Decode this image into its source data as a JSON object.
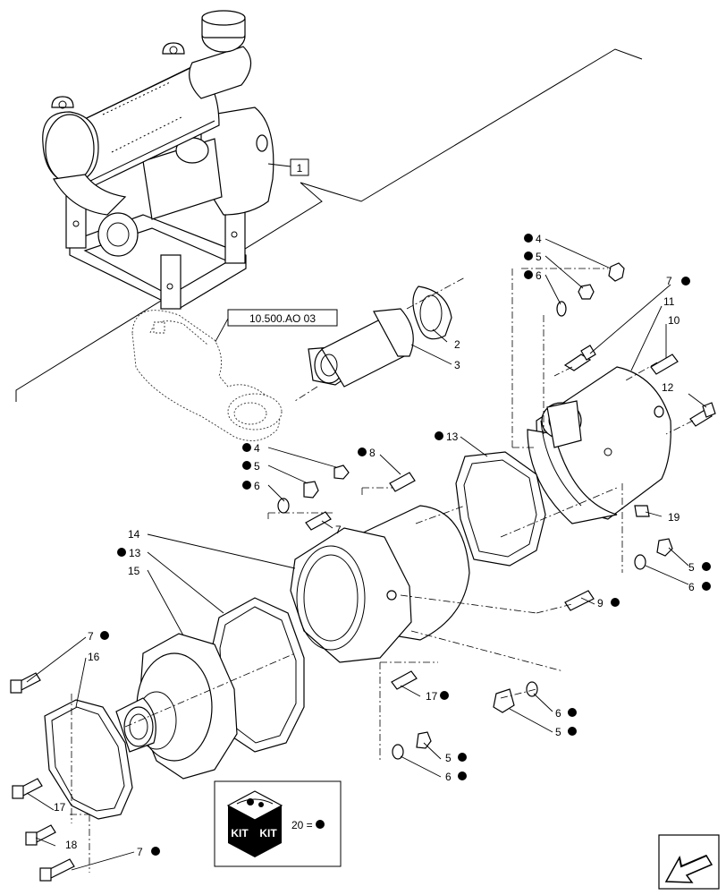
{
  "reference_box": "1",
  "cross_reference": "10.500.AO 03",
  "kit_equation": "20 =",
  "kit_word": "KIT",
  "callouts": {
    "c1": "4",
    "c2": "5",
    "c3": "6",
    "c4": "7",
    "c5": "11",
    "c6": "10",
    "c7": "12",
    "c8": "2",
    "c9": "3",
    "c10": "4",
    "c11": "5",
    "c12": "6",
    "c13": "8",
    "c14": "13",
    "c15": "7",
    "c16": "19",
    "c17": "5",
    "c18": "6",
    "c19": "14",
    "c20": "13",
    "c21": "15",
    "c22": "9",
    "c23": "7",
    "c24": "16",
    "c25": "17",
    "c26": "6",
    "c27": "5",
    "c28": "5",
    "c29": "6",
    "c30": "17",
    "c31": "18",
    "c32": "7"
  }
}
